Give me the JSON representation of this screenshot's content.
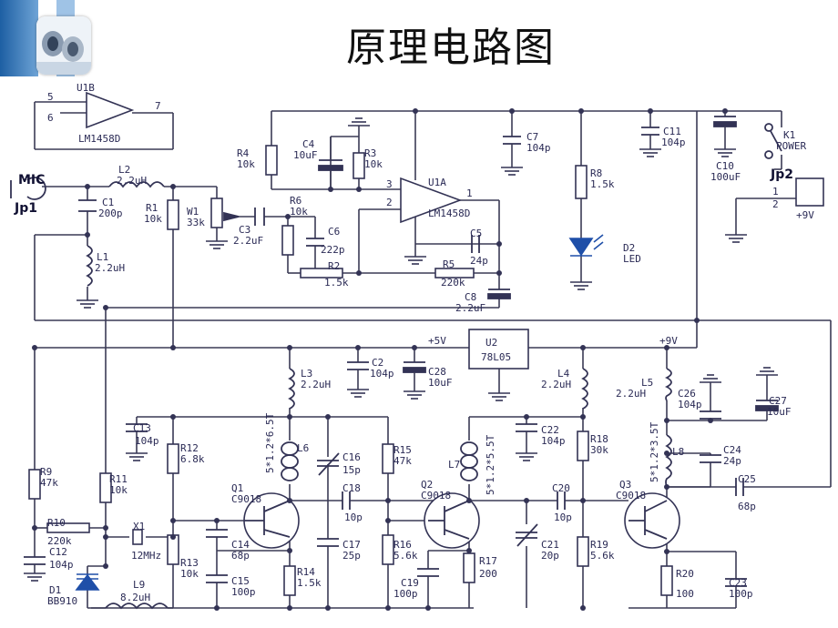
{
  "page": {
    "title": "原理电路图"
  },
  "colors": {
    "wire": "#3a3a55",
    "component": "#333355",
    "title": "#111111",
    "label": "#2a2a55",
    "led": "#1f4fa8",
    "logo": "#1d5fa3"
  },
  "logo": {
    "icon": "metal-cans-logo-icon"
  },
  "labels": {
    "mic": "MIC",
    "jp1": "Jp1",
    "u1b": "U1B",
    "u1b_name": "LM1458D",
    "u1b_p5": "5",
    "u1b_p6": "6",
    "u1b_p7": "7",
    "u1a": "U1A",
    "u1a_name": "LM1458D",
    "u1a_p3": "3",
    "u1a_p2": "2",
    "u1a_p1": "1",
    "l2": "L2",
    "l2_val": "2.2uH",
    "c1": "C1",
    "c1_val": "200p",
    "l1": "L1",
    "l1_val": "2.2uH",
    "r1": "R1",
    "r1_val": "10k",
    "w1": "W1",
    "w1_val": "33k",
    "r4": "R4",
    "r4_val": "10k",
    "c4": "C4",
    "c4_val": "10uF",
    "r3": "R3",
    "r3_val": "10k",
    "r6": "R6",
    "r6_val": "10k",
    "c3": "C3",
    "c3_val": "2.2uF",
    "c6": "C6",
    "c6_val": "222p",
    "r2": "R2",
    "r2_val": "1.5k",
    "r5": "R5",
    "r5_val": "220k",
    "c5": "C5",
    "c5_val": "24p",
    "c8": "C8",
    "c8_val": "2.2uF",
    "c7": "C7",
    "c7_val": "104p",
    "r8": "R8",
    "r8_val": "1.5k",
    "d2": "D2",
    "d2_val": "LED",
    "c11": "C11",
    "c11_val": "104p",
    "c10": "C10",
    "c10_val": "100uF",
    "k1": "K1",
    "k1_val": "POWER",
    "jp2": "Jp2",
    "jp2_p1": "1",
    "jp2_p2": "2",
    "plus9v": "+9V",
    "u2": "U2",
    "u2_name": "78L05",
    "plus5v": "+5V",
    "plus9v_rail": "+9V",
    "c2": "C2",
    "c2_val": "104p",
    "c28": "C28",
    "c28_val": "10uF",
    "l3": "L3",
    "l3_val": "2.2uH",
    "l4": "L4",
    "l4_val": "2.2uH",
    "l5": "L5",
    "l5_val": "2.2uH",
    "c26": "C26",
    "c26_val": "104p",
    "c27": "C27",
    "c27_val": "10uF",
    "c13": "C13",
    "c13_val": "104p",
    "r12": "R12",
    "r12_val": "6.8k",
    "l6": "L6",
    "l6_turns": "5*1.2*6.5T",
    "c16": "C16",
    "c16_val": "15p",
    "r15": "R15",
    "r15_val": "47k",
    "c22": "C22",
    "c22_val": "104p",
    "r18": "R18",
    "r18_val": "30k",
    "l8": "L8",
    "l8_turns": "5*1.2*3.5T",
    "c24": "C24",
    "c24_val": "24p",
    "c25": "C25",
    "c25_val": "68p",
    "r9": "R9",
    "r9_val": "47k",
    "r11": "R11",
    "r11_val": "10k",
    "q1": "Q1",
    "q1_val": "C9018",
    "q2": "Q2",
    "q2_val": "C9018",
    "q3": "Q3",
    "q3_val": "C9018",
    "l7": "L7",
    "l7_turns": "5*1.2*5.5T",
    "c18": "C18",
    "c18_val": "10p",
    "c20": "C20",
    "c20_val": "10p",
    "r10": "R10",
    "r10_val": "220k",
    "x1": "X1",
    "x1_val": "12MHz",
    "c14": "C14",
    "c14_val": "68p",
    "c17": "C17",
    "c17_val": "25p",
    "r16": "R16",
    "r16_val": "5.6k",
    "c21": "C21",
    "c21_val": "20p",
    "r19": "R19",
    "r19_val": "5.6k",
    "c12": "C12",
    "c12_val": "104p",
    "r13": "R13",
    "r13_val": "10k",
    "r14": "R14",
    "r14_val": "1.5k",
    "c15": "C15",
    "c15_val": "100p",
    "c19": "C19",
    "c19_val": "100p",
    "r17": "R17",
    "r17_val": "200",
    "r20": "R20",
    "r20_val": "100",
    "c23": "C23",
    "c23_val": "100p",
    "d1": "D1",
    "d1_val": "BB910",
    "l9": "L9",
    "l9_val": "8.2uH"
  }
}
